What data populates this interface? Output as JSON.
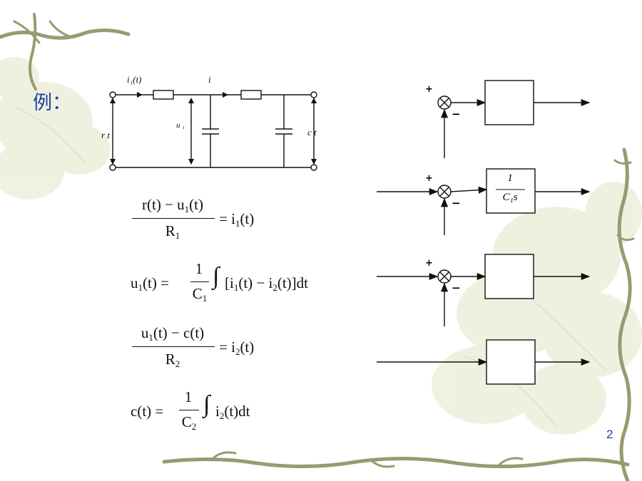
{
  "title": "例：",
  "page_number": "2",
  "circuit": {
    "label_i1": "i₁(t)",
    "label_i": "i",
    "label_rt": "r t",
    "label_u1": "u ₁",
    "label_ct": "c t"
  },
  "equations": {
    "eq1": {
      "num": "r(t) − u",
      "num_sub": "1",
      "num_tail": "(t)",
      "den": "R",
      "den_sub": "1",
      "rhs": "= i",
      "rhs_sub": "1",
      "rhs_tail": "(t)"
    },
    "eq2": {
      "lhs": "u",
      "lhs_sub": "1",
      "lhs_tail": "(t) =",
      "num": "1",
      "den": "C",
      "den_sub": "1",
      "int": "∫",
      "body": "[i",
      "b_sub1": "1",
      "body_mid": "(t) − i",
      "b_sub2": "2",
      "body_tail": "(t)]dt"
    },
    "eq3": {
      "num": "u",
      "num_sub": "1",
      "num_tail": "(t) − c(t)",
      "den": "R",
      "den_sub": "2",
      "rhs": "= i",
      "rhs_sub": "2",
      "rhs_tail": "(t)"
    },
    "eq4": {
      "lhs": "c(t) =",
      "num": "1",
      "den": "C",
      "den_sub": "2",
      "int": "∫",
      "body": "i",
      "b_sub": "2",
      "body_tail": "(t)dt"
    }
  },
  "block_diagrams": {
    "plus": "+",
    "minus": "−",
    "block2_num": "1",
    "block2_den": "C₁s"
  },
  "colors": {
    "title": "#1f3f9e",
    "vine": "#9a9a72",
    "leaf": "#e2e6cc"
  }
}
